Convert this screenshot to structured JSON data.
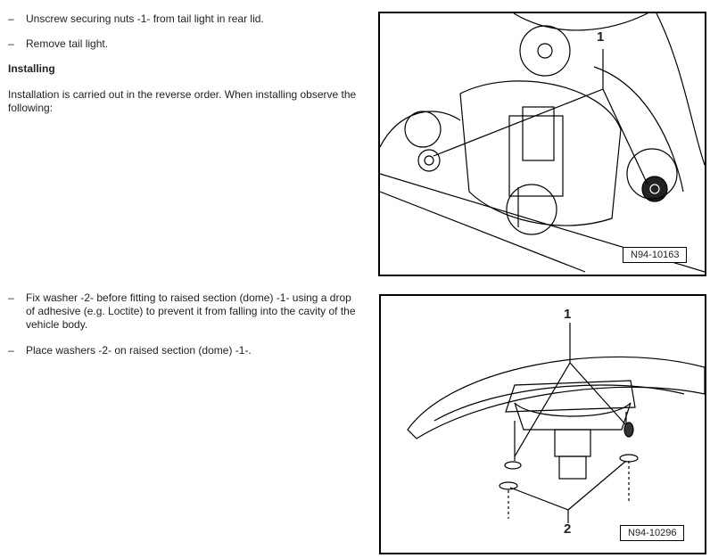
{
  "steps_removal": [
    {
      "dash": "–",
      "text": "Unscrew securing nuts -1- from tail light in rear lid."
    },
    {
      "dash": "–",
      "text": "Remove tail light."
    }
  ],
  "installing_heading": "Installing",
  "installing_intro": "Installation is carried out in the reverse order. When installing observe the following:",
  "steps_install": [
    {
      "dash": "–",
      "text": "Fix washer -2- before fitting to raised section (dome) -1- using a drop of adhesive (e.g. Loctite) to prevent it from falling into the cavity of the vehicle body."
    },
    {
      "dash": "–",
      "text": "Place washers -2- on raised section (dome) -1-."
    }
  ],
  "figure1": {
    "ref": "N94-10163",
    "callouts": [
      "1"
    ]
  },
  "figure2": {
    "ref": "N94-10296",
    "callouts": [
      "1",
      "2"
    ]
  }
}
